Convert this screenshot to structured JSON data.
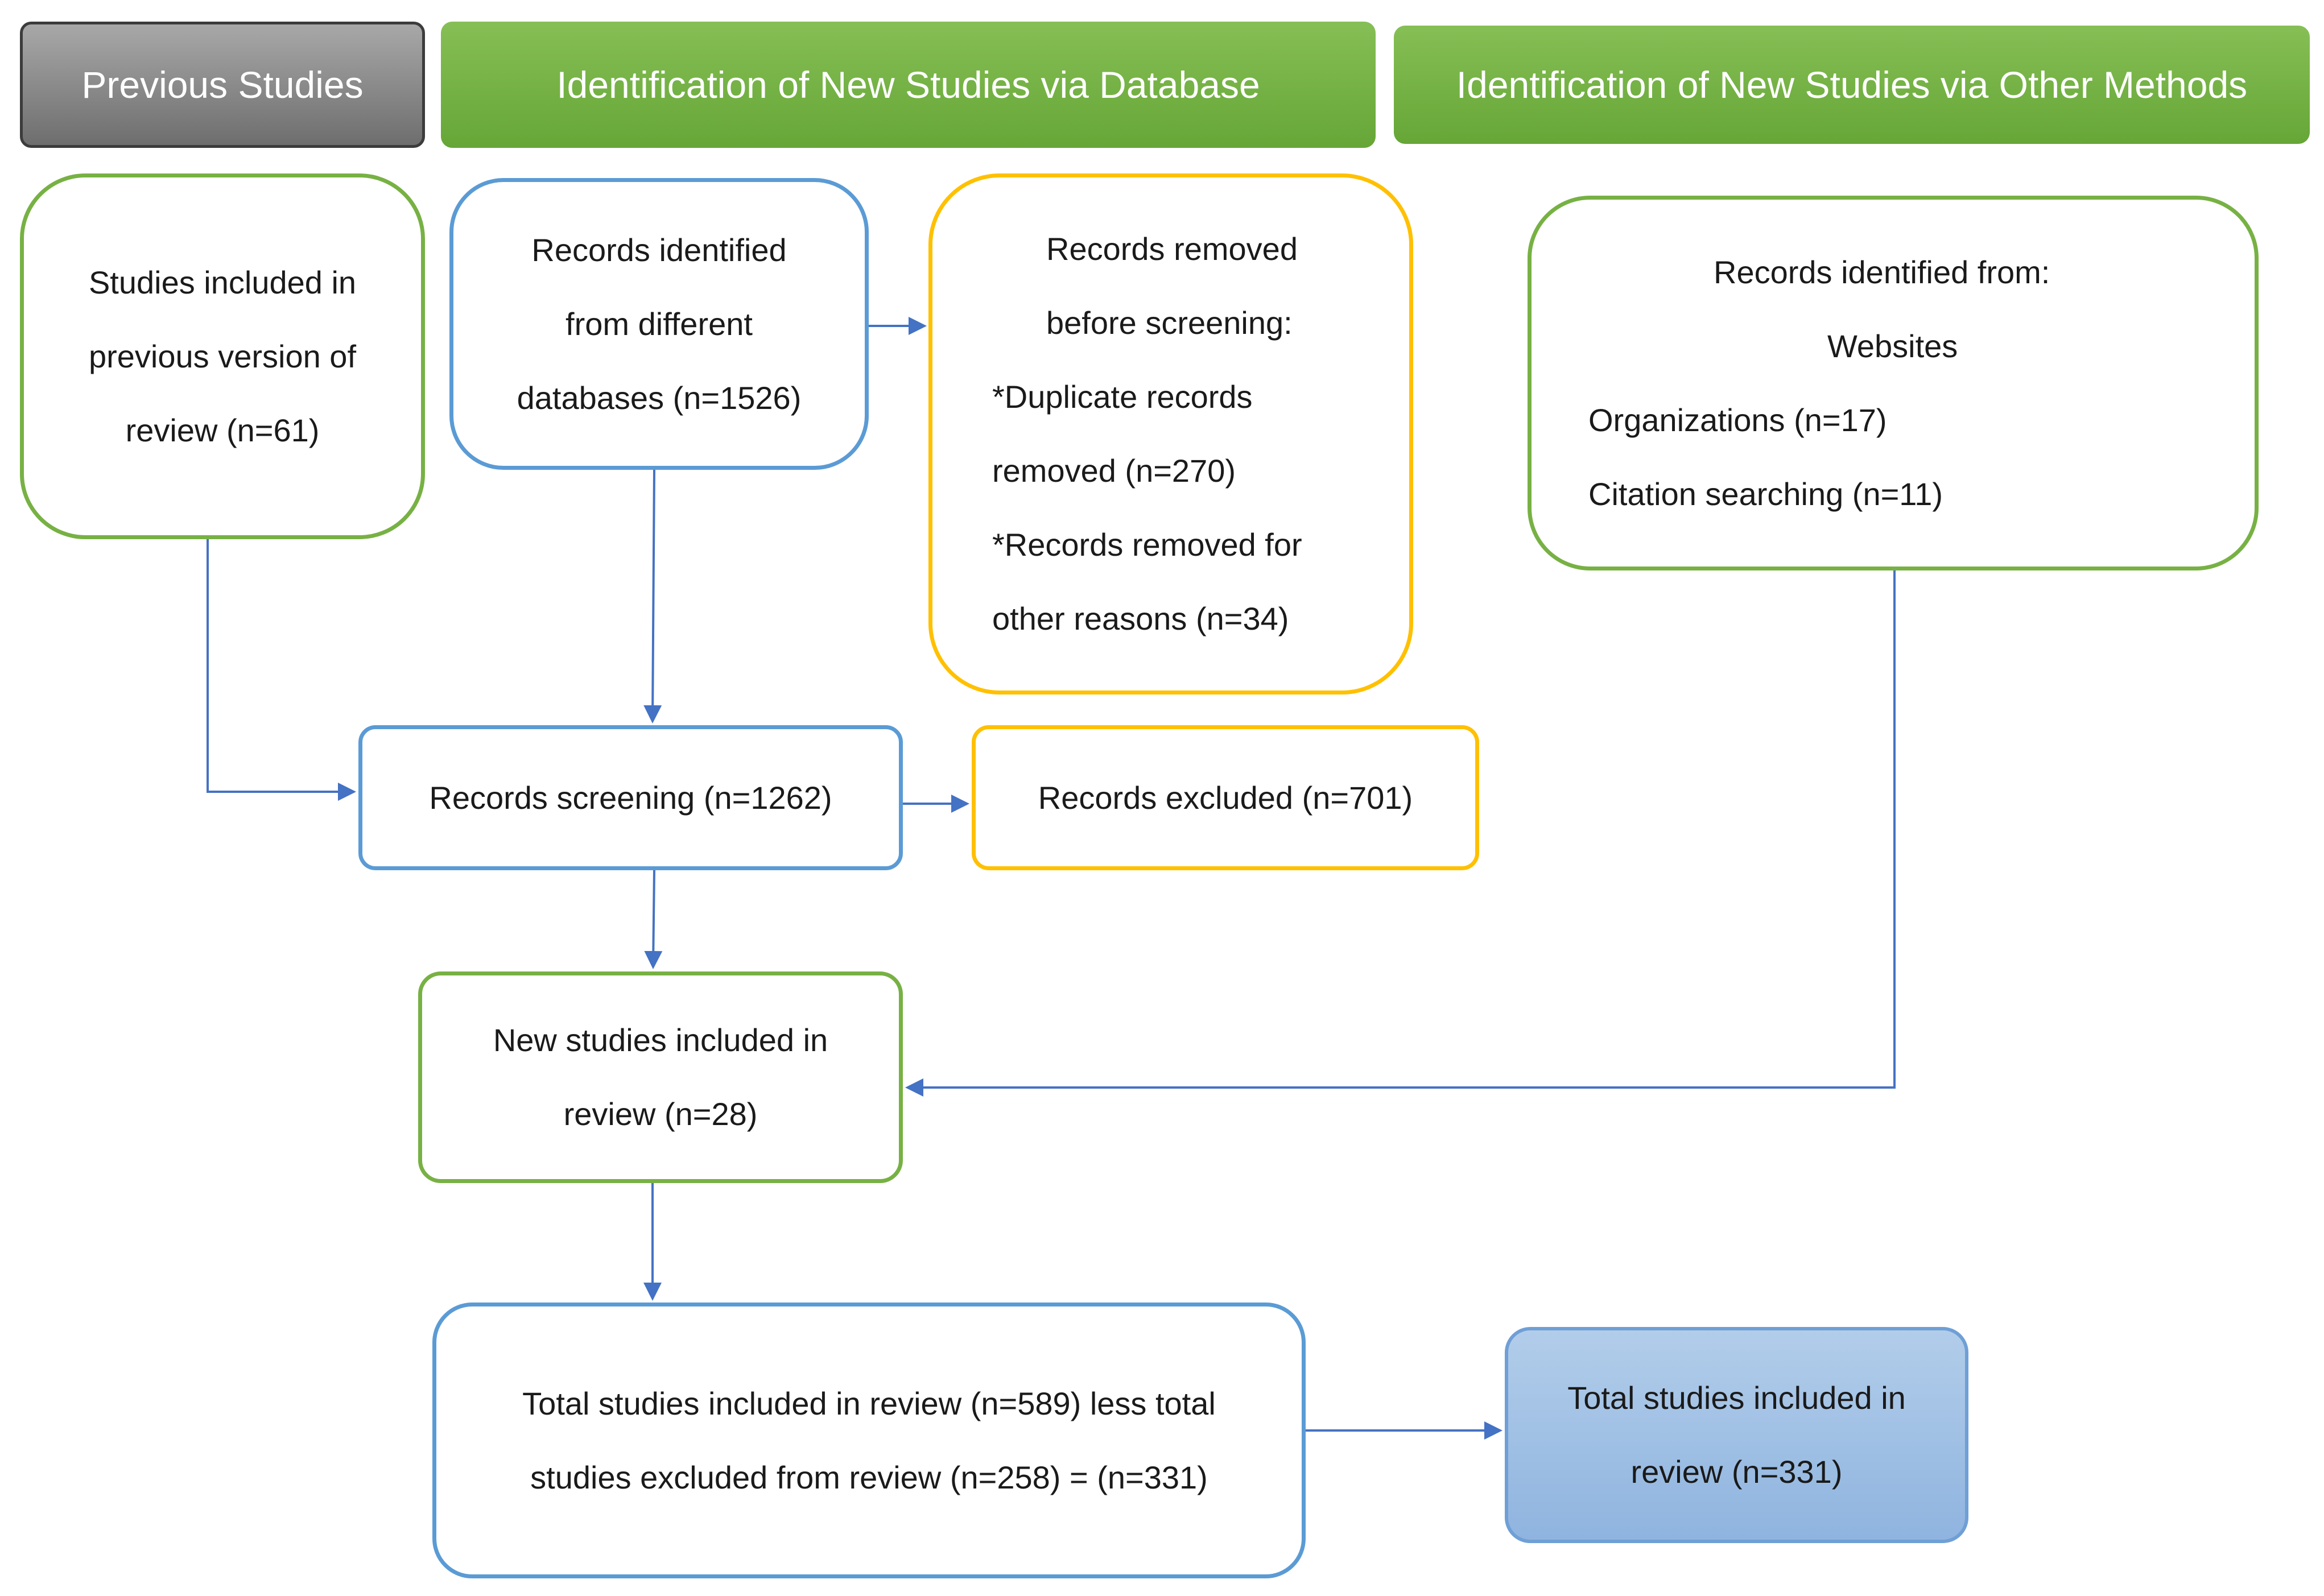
{
  "headers": {
    "previous": "Previous Studies",
    "database": "Identification of New Studies via Database",
    "other": "Identification of New Studies via Other Methods"
  },
  "boxes": {
    "previous_included": [
      "Studies included in",
      "previous version of",
      "review (n=61)"
    ],
    "records_identified_db": [
      "Records identified",
      "from different",
      "databases (n=1526)"
    ],
    "records_removed": [
      "Records removed",
      "before screening:",
      "*Duplicate records",
      "removed (n=270)",
      "*Records removed for",
      "other reasons (n=34)"
    ],
    "records_identified_other": [
      "Records identified from:",
      "Websites",
      "Organizations (n=17)",
      "Citation searching (n=11)"
    ],
    "records_screening": "Records screening (n=1262)",
    "records_excluded": "Records excluded (n=701)",
    "new_included": [
      "New studies included in",
      "review (n=28)"
    ],
    "total_calc": [
      "Total studies included in review (n=589) less total",
      "studies excluded from review (n=258) = (n=331)"
    ],
    "total_final": [
      "Total studies included in",
      "review (n=331)"
    ]
  },
  "colors": {
    "green": "#77b144",
    "blue": "#5b9bd5",
    "yellow": "#ffc000",
    "arrow": "#4472c4",
    "header_green": "#70ad47",
    "header_gray": "#7f7f7f"
  }
}
